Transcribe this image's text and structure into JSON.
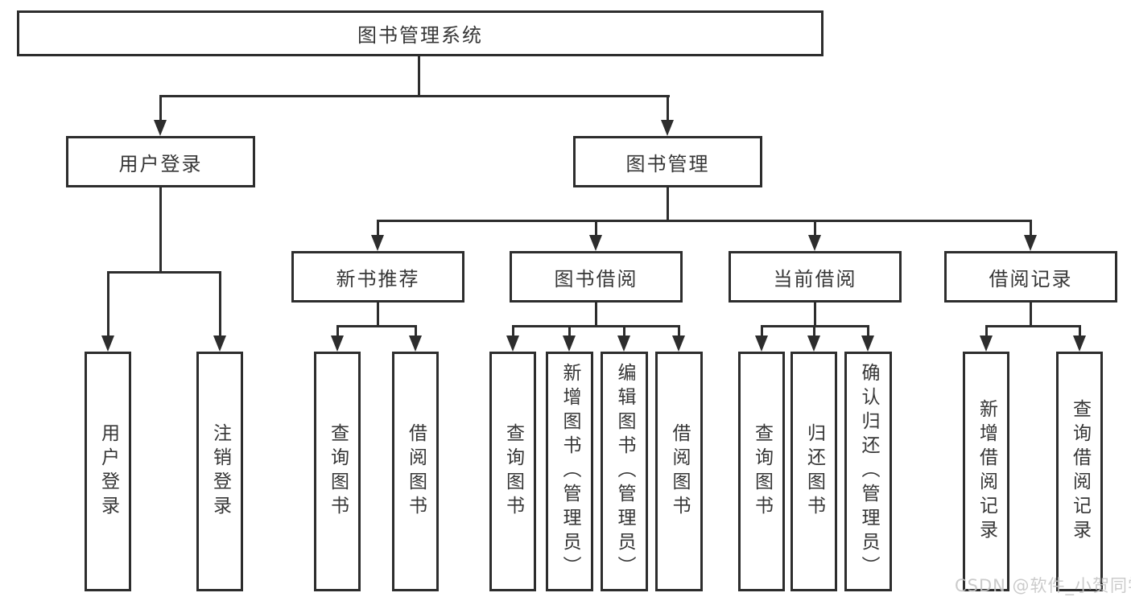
{
  "diagram": {
    "type": "hierarchy-tree",
    "title": "图书管理系统",
    "root": {
      "label": "图书管理系统"
    },
    "level2": [
      {
        "id": "user-login",
        "label": "用户登录",
        "parent": "图书管理系统"
      },
      {
        "id": "book-management",
        "label": "图书管理",
        "parent": "图书管理系统"
      }
    ],
    "level3": [
      {
        "id": "new-book-recommend",
        "label": "新书推荐",
        "parent": "图书管理"
      },
      {
        "id": "book-borrowing",
        "label": "图书借阅",
        "parent": "图书管理"
      },
      {
        "id": "current-borrowing",
        "label": "当前借阅",
        "parent": "图书管理"
      },
      {
        "id": "borrowing-records",
        "label": "借阅记录",
        "parent": "图书管理"
      }
    ],
    "leaves": [
      {
        "label": "用户登录",
        "parent": "用户登录"
      },
      {
        "label": "注销登录",
        "parent": "用户登录"
      },
      {
        "label": "查询图书",
        "parent": "新书推荐"
      },
      {
        "label": "借阅图书",
        "parent": "新书推荐"
      },
      {
        "label": "查询图书",
        "parent": "图书借阅"
      },
      {
        "label": "新增图书（管理员）",
        "parent": "图书借阅"
      },
      {
        "label": "编辑图书（管理员）",
        "parent": "图书借阅"
      },
      {
        "label": "借阅图书",
        "parent": "图书借阅"
      },
      {
        "label": "查询图书",
        "parent": "当前借阅"
      },
      {
        "label": "归还图书",
        "parent": "当前借阅"
      },
      {
        "label": "确认归还（管理员）",
        "parent": "当前借阅"
      },
      {
        "label": "新增借阅记录",
        "parent": "借阅记录"
      },
      {
        "label": "查询借阅记录",
        "parent": "借阅记录"
      }
    ],
    "watermark": "CSDN @软件_小贺同学",
    "colors": {
      "line": "#2d2d2d",
      "text": "#363636",
      "background": "#ffffff",
      "watermark": "#c6c6c6"
    }
  }
}
